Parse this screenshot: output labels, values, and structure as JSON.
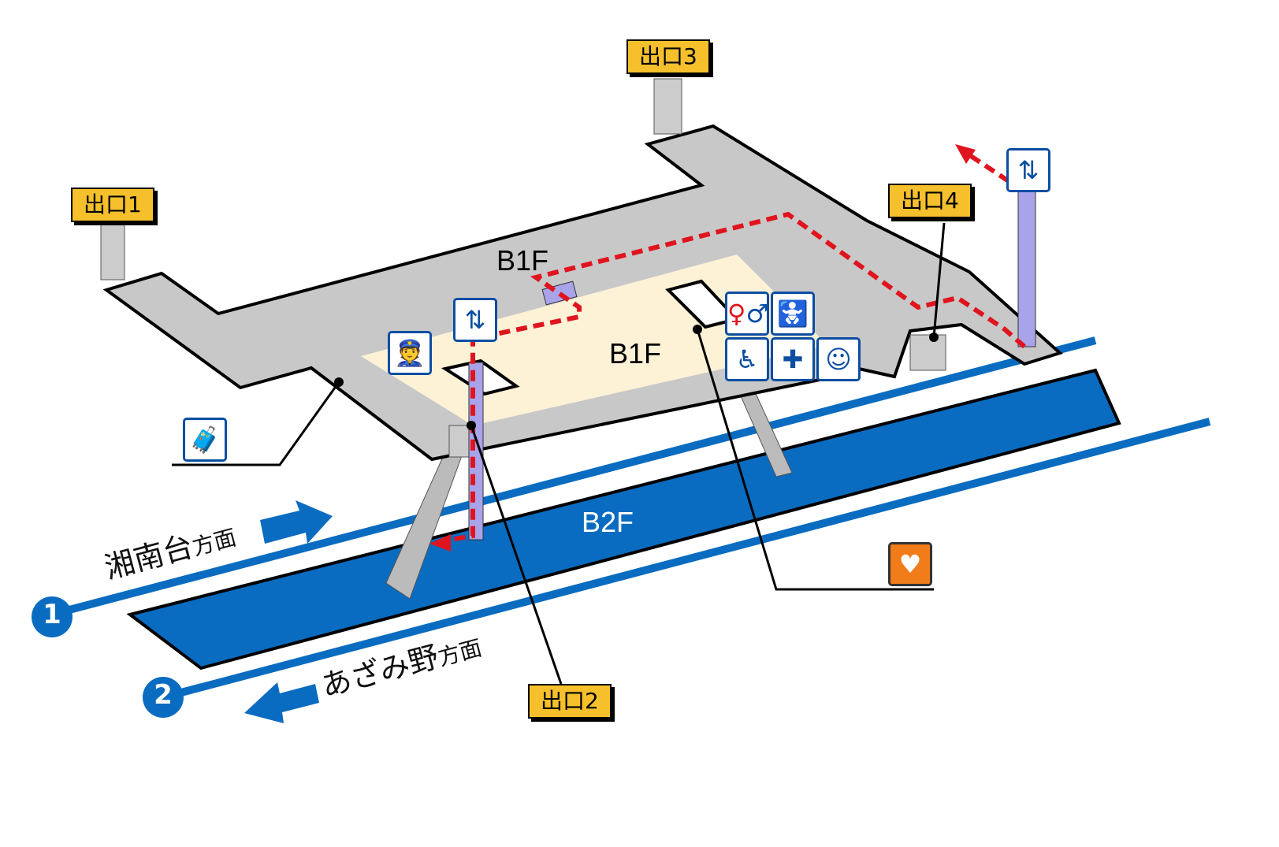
{
  "exits": {
    "exit1": "出口1",
    "exit2": "出口2",
    "exit3": "出口3",
    "exit4": "出口4"
  },
  "floors": {
    "concourse": "B1F",
    "ticket_area": "B1F",
    "platform": "B2F"
  },
  "directions": {
    "track1": {
      "number": "1",
      "name": "湘南台",
      "suffix": "方面"
    },
    "track2": {
      "number": "2",
      "name": "あざみ野",
      "suffix": "方面"
    }
  },
  "icons": [
    "elevator-icon",
    "elevator-icon",
    "station-staff-icon",
    "coin-locker-icon",
    "restroom-icon",
    "multipurpose-toilet-icon",
    "wheelchair-icon",
    "first-aid-icon",
    "baby-care-icon",
    "aed-icon",
    "escalator-icon"
  ],
  "colors": {
    "concourse": "#c8c8c8",
    "ticket_area": "#fdf1d6",
    "platform": "#0a6cc0",
    "icon": "#0b4ea2",
    "exit_label": "#f5c02c",
    "route": "#e0141e",
    "aed": "#f07c1a"
  }
}
